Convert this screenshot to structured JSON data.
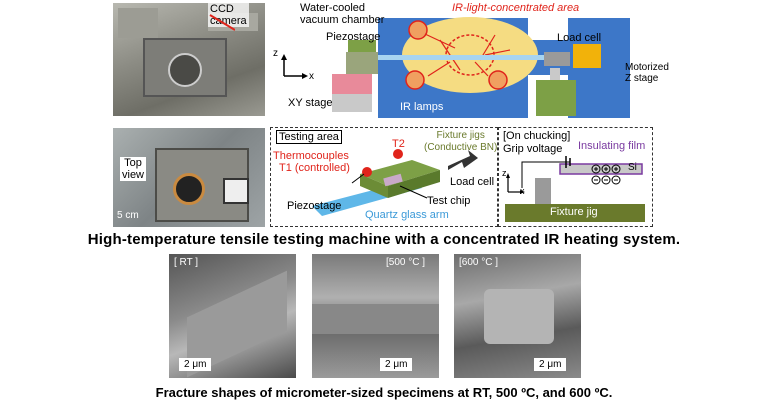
{
  "top_photo": {
    "label": "CCD\ncamera"
  },
  "chamber": {
    "chamber_label": "Water-cooled\nvacuum chamber",
    "ir_area_label": "IR-light-concentrated area",
    "piezostage_label": "Piezostage",
    "loadcell_label": "Load cell",
    "motorized_label": "Motorized\nZ stage",
    "xystage_label": "XY stage",
    "irlamps_label": "IR lamps",
    "axis_z": "z",
    "axis_x": "x"
  },
  "mid_photo": {
    "view_label": "Top\nview",
    "scale_label": "5 cm"
  },
  "testing_area": {
    "title": "Testing area",
    "t2": "T2",
    "thermocouples": "Thermocouples",
    "t1": "T1 (controlled)",
    "fixture_jigs": "Fixture jigs\n(Conductive BN)",
    "load_cell": "Load cell",
    "test_chip": "Test chip",
    "piezostage": "Piezostage",
    "quartz": "Quartz glass arm"
  },
  "chucking": {
    "title": "[On chucking]",
    "grip": "Grip voltage",
    "insulating": "Insulating film",
    "si": "Si",
    "fixture": "Fixture jig",
    "axis_z": "z",
    "axis_x": "x"
  },
  "caption1": "High-temperature tensile testing machine with a concentrated IR heating system.",
  "sem": [
    {
      "tag": "[ RT ]",
      "scale": "2 μm"
    },
    {
      "tag": "[500 °C ]",
      "scale": "2 μm"
    },
    {
      "tag": "[600 °C ]",
      "scale": "2 μm"
    }
  ],
  "caption2": "Fracture shapes of  micrometer-sized specimens at RT, 500 ºC, and 600 ºC.",
  "colors": {
    "chamber_blue": "#3d77c8",
    "ir_yellow": "#f5dc82",
    "red": "#e0241b",
    "quartz": "#5fb7e8",
    "fixture_green": "#6a7a2c",
    "insulating_purple": "#7a3aa0"
  }
}
